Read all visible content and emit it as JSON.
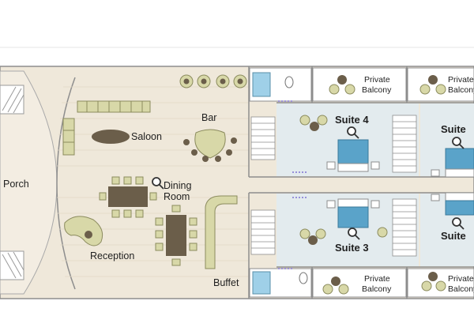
{
  "labels": {
    "porch": "Porch",
    "saloon": "Saloon",
    "bar": "Bar",
    "dining_line1": "Dining",
    "dining_line2": "Room",
    "reception": "Reception",
    "buffet": "Buffet",
    "suite4": "Suite 4",
    "suite3": "Suite 3",
    "suite_top_right": "Suite",
    "suite_bottom_right": "Suite",
    "balcony1_line1": "Private",
    "balcony1_line2": "Balcony",
    "balcony2_line1": "Private",
    "balcony2_line2": "Balcony",
    "balcony3_line1": "Private",
    "balcony3_line2": "Balcony",
    "balcony4_line1": "Private",
    "balcony4_line2": "Balcony"
  },
  "colors": {
    "floor": "#efe8da",
    "suite_floor": "#e3ebee",
    "wall": "#8d8d8d",
    "furniture": "#d8d8a8",
    "furniture_dark": "#6b5e4a",
    "bed": "#5aa3c9",
    "bath": "#9fd0e8",
    "magnifier": "#333333"
  },
  "icons": [
    "magnifier-icon"
  ]
}
